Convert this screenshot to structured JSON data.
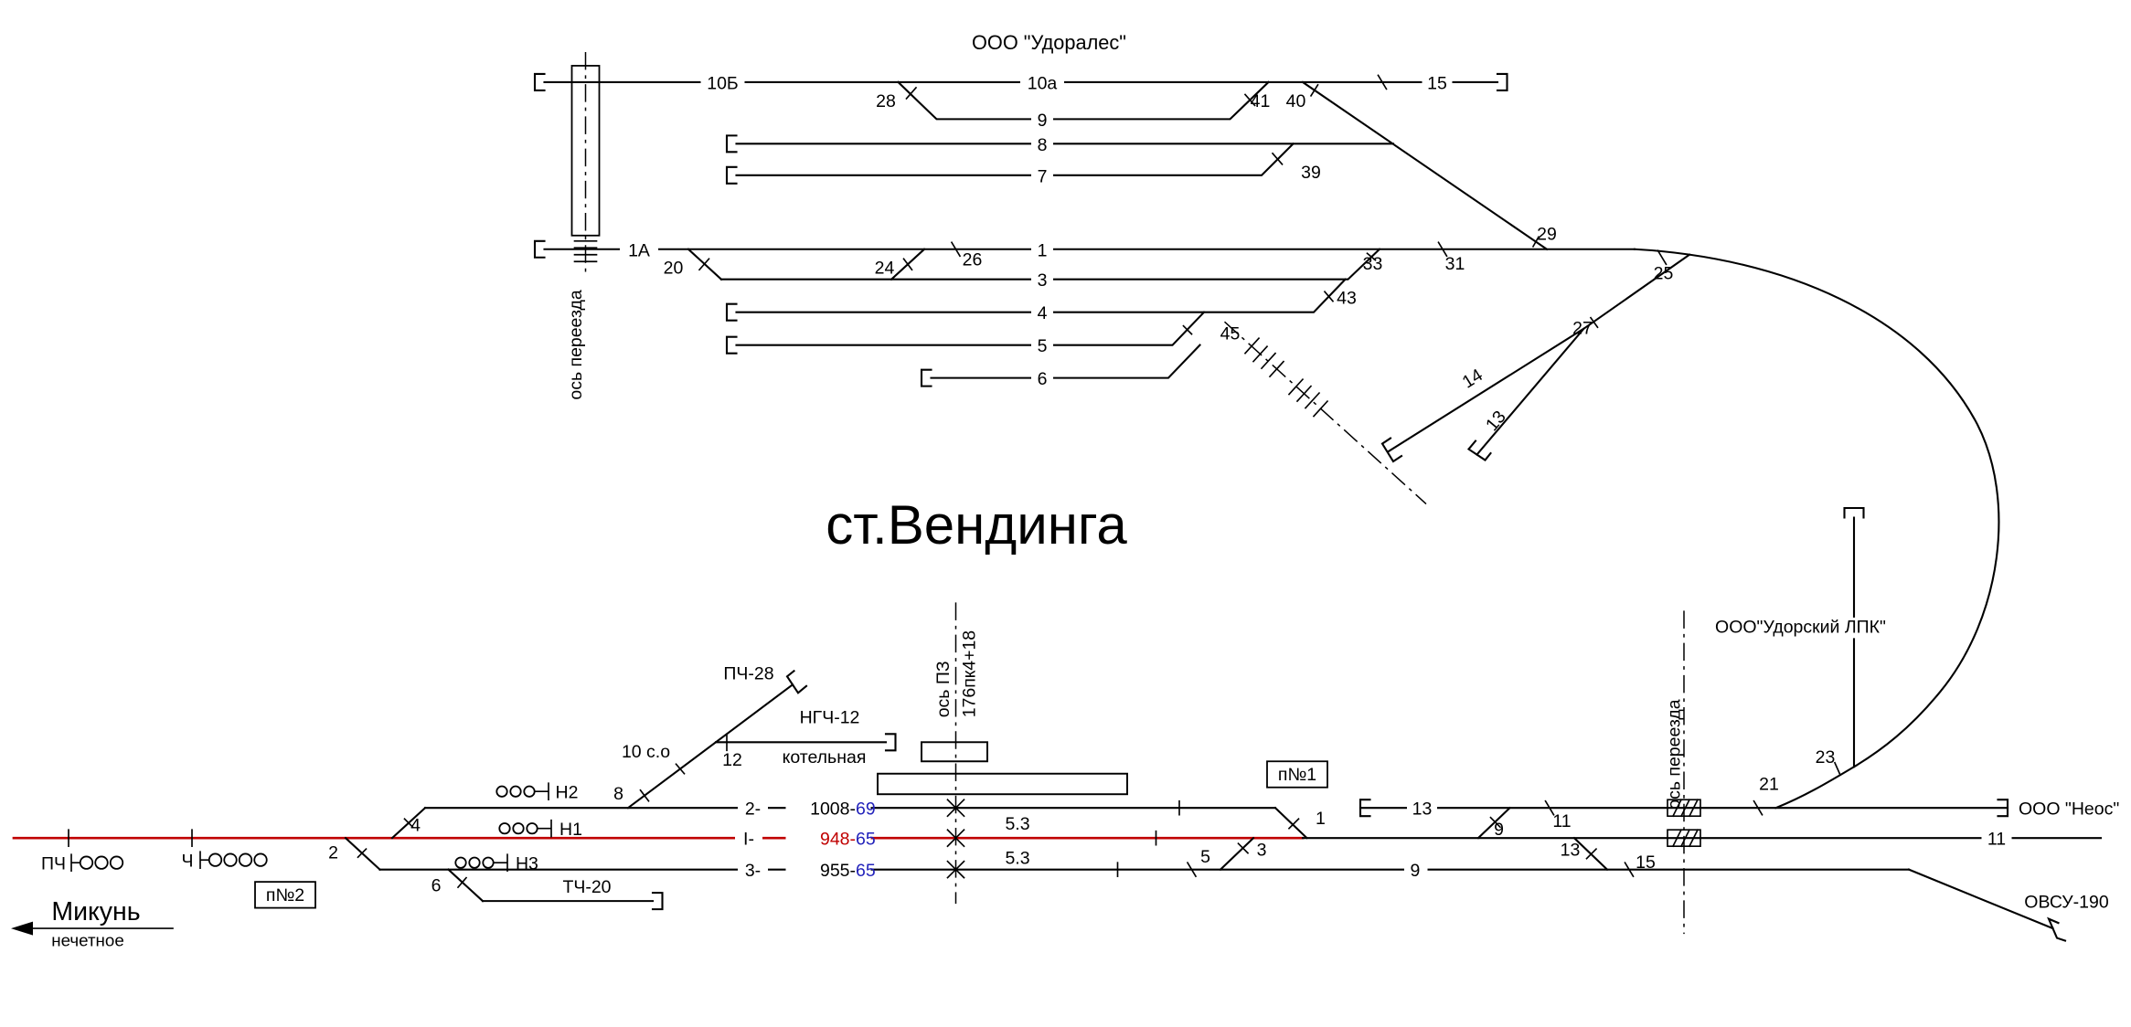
{
  "colors": {
    "main_line": "#c00000",
    "siding_length_blue": "#2222bb",
    "ink": "#000000"
  },
  "station": {
    "title": "ст.Вендинга",
    "direction_town": "Микунь",
    "direction_parity": "нечетное"
  },
  "upper": {
    "owner": "ООО \"Удоралес\"",
    "crossing_axis": "ось переезда",
    "tracks": {
      "t10b": "10Б",
      "t10a": "10а",
      "t15": "15",
      "t9": "9",
      "t8": "8",
      "t7": "7",
      "t1a": "1А",
      "t1": "1",
      "t3": "3",
      "t4": "4",
      "t5": "5",
      "t6": "6",
      "t14": "14",
      "t13": "13"
    },
    "switches": {
      "s20": "20",
      "s24": "24",
      "s25": "25",
      "s26": "26",
      "s27": "27",
      "s28": "28",
      "s29": "29",
      "s31": "31",
      "s33": "33",
      "s39": "39",
      "s40": "40",
      "s41": "41",
      "s43": "43",
      "s45": "45"
    }
  },
  "lower": {
    "axis_station": "ось ПЗ",
    "axis_station_km": "176пк4+18",
    "crossing_axis": "ось переезда",
    "owner_lpk": "ООО\"Удорский ЛПК\"",
    "owner_neos": "ООО \"Неос\"",
    "owner_ovsu": "ОВСУ-190",
    "branch_pch28": "ПЧ-28",
    "branch_ngch12": "НГЧ-12",
    "branch_kotelnaya": "котельная",
    "branch_tch20": "ТЧ-20",
    "note_10so": "10 с.о",
    "platform1": "п№1",
    "platform2": "п№2",
    "gauge_top": "5.3",
    "gauge_bottom": "5.3",
    "track2": {
      "num": "2-",
      "len": "1008-",
      "useful": "69"
    },
    "track_main": {
      "num": "I-",
      "len": "948-",
      "useful": "65"
    },
    "track3": {
      "num": "3-",
      "len": "955-",
      "useful": "65"
    },
    "tracks_right": {
      "t13": "13",
      "t9": "9",
      "t11": "11"
    },
    "signals": {
      "n1": "Н1",
      "n2": "Н2",
      "n3": "Н3",
      "pch": "ПЧ",
      "ch": "Ч"
    },
    "switches": {
      "s1": "1",
      "s2": "2",
      "s3": "3",
      "s4": "4",
      "s5": "5",
      "s6": "6",
      "s8": "8",
      "s9": "9",
      "s11": "11",
      "s12": "12",
      "s13": "13",
      "s15": "15",
      "s21": "21",
      "s23": "23"
    }
  }
}
